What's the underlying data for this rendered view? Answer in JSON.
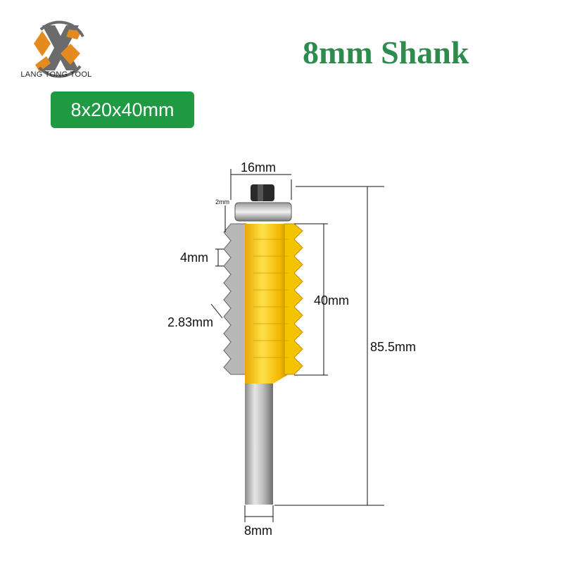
{
  "brand": {
    "name": "LANG TONG TOOL",
    "logo_icon": "crossed-tools-logo-icon",
    "colors": {
      "gray": "#6b6b6b",
      "orange": "#e58a1f"
    }
  },
  "title": "8mm Shank",
  "title_color": "#2e8b4e",
  "size_badge": {
    "label": "8x20x40mm",
    "color": "#1f9a43"
  },
  "product": {
    "name": "router-bit",
    "body_color": "#f4c21a",
    "dimensions": {
      "bearing_width": "16mm",
      "gap": "2mm",
      "tooth_pitch": "4mm",
      "tooth_depth": "2.83mm",
      "cutting_height": "40mm",
      "total_length": "85.5mm",
      "shank_diameter": "8mm"
    }
  }
}
